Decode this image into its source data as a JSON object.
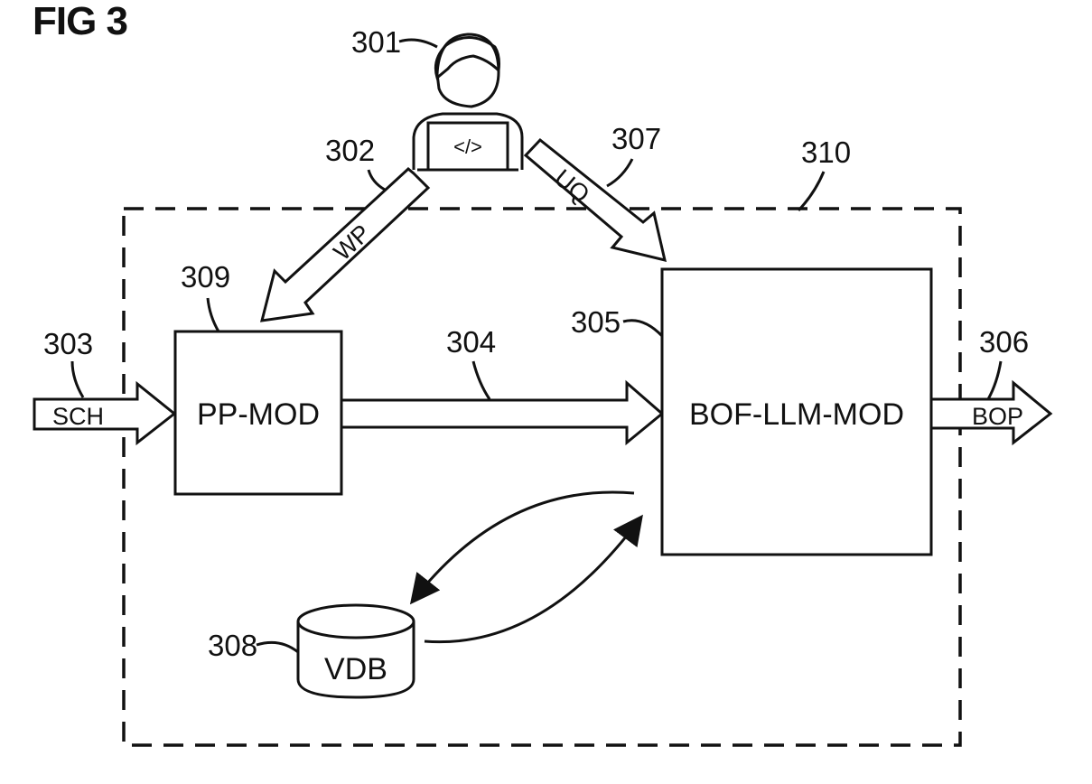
{
  "figure": {
    "title": "FIG 3"
  },
  "user": {
    "ref": "301",
    "laptop_glyph": "</>"
  },
  "system": {
    "ref": "310"
  },
  "modules": {
    "pp_mod": {
      "ref": "309",
      "label": "PP-MOD"
    },
    "bof_llm_mod": {
      "ref": "305",
      "label": "BOF-LLM-MOD"
    },
    "vdb": {
      "ref": "308",
      "label": "VDB"
    }
  },
  "arrows": {
    "wp": {
      "ref": "302",
      "label": "WP"
    },
    "uq": {
      "ref": "307",
      "label": "UQ"
    },
    "sch": {
      "ref": "303",
      "label": "SCH"
    },
    "internal": {
      "ref": "304"
    },
    "bop": {
      "ref": "306",
      "label": "BOP"
    }
  }
}
